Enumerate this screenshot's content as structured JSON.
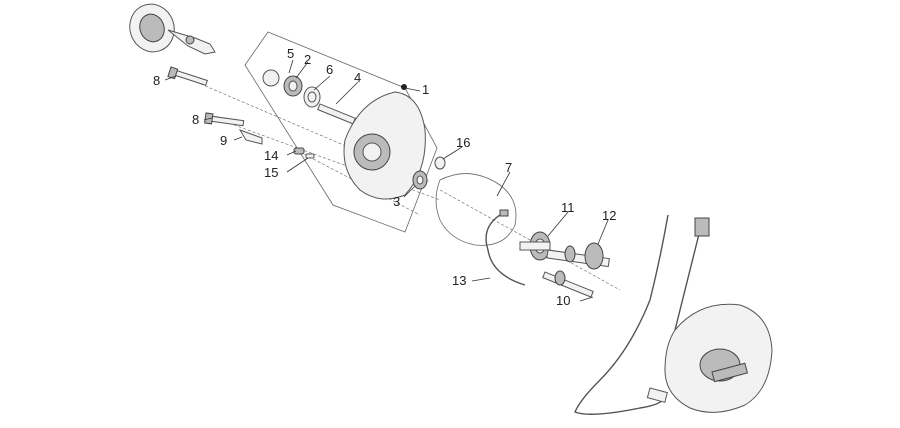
{
  "callouts": [
    {
      "id": "c1",
      "label": "1"
    },
    {
      "id": "c2",
      "label": "2"
    },
    {
      "id": "c3",
      "label": "3"
    },
    {
      "id": "c4",
      "label": "4"
    },
    {
      "id": "c5",
      "label": "5"
    },
    {
      "id": "c6",
      "label": "6"
    },
    {
      "id": "c7",
      "label": "7"
    },
    {
      "id": "c8a",
      "label": "8"
    },
    {
      "id": "c8b",
      "label": "8"
    },
    {
      "id": "c9",
      "label": "9"
    },
    {
      "id": "c10",
      "label": "10"
    },
    {
      "id": "c11",
      "label": "11"
    },
    {
      "id": "c12",
      "label": "12"
    },
    {
      "id": "c13",
      "label": "13"
    },
    {
      "id": "c14",
      "label": "14"
    },
    {
      "id": "c15",
      "label": "15"
    },
    {
      "id": "c16",
      "label": "16"
    }
  ],
  "colors": {
    "line": "#333333",
    "part_fill": "#f2f2f2",
    "part_shade": "#bbbbbb"
  }
}
